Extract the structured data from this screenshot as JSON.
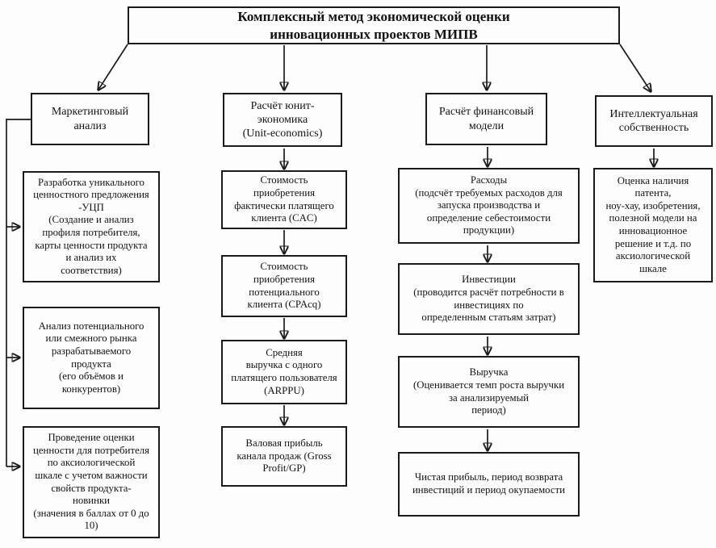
{
  "diagram": {
    "title": "Комплексный метод экономической оценки\nинновационных проектов МИПВ",
    "colors": {
      "line": "#1a1a1a",
      "box_border": "#1a1a1a",
      "background": "#fdfdfd",
      "text": "#131313"
    },
    "columns": [
      {
        "header": "Маркетинговый\nанализ",
        "boxes": [
          "Разработка уникального\nценностного предложения\n-УЦП\n(Создание и анализ\nпрофиля потребителя,\nкарты ценности продукта\nи анализ их\nсоответствия)",
          "Анализ потенциального\nили смежного рынка\nразрабатываемого\nпродукта\n(его объёмов и\nконкурентов)",
          "Проведение оценки\nценности для потребителя\nпо аксиологической\nшкале с учетом важности\nсвойств продукта-\nновинки\n(значения в баллах от 0 до\n10)"
        ]
      },
      {
        "header": "Расчёт юнит-\nэкономика\n(Unit-economics)",
        "boxes": [
          "Стоимость\nприобретения\nфактически платящего\nклиента (CAC)",
          "Стоимость\nприобретения\nпотенциального\nклиента (CPAcq)",
          "Средняя\nвыручка с одного\nплатящего пользователя\n(ARPPU)",
          "Валовая прибыль\nканала продаж (Gross\nProfit/GP)"
        ]
      },
      {
        "header": "Расчёт финансовый\nмодели",
        "boxes": [
          "Расходы\n(подсчёт требуемых расходов для\nзапуска производства и\nопределение себестоимости\nпродукции)",
          "Инвестиции\n(проводится расчёт потребности в\nинвестициях по\nопределенным статьям затрат)",
          "Выручка\n(Оценивается темп роста выручки\nза анализируемый\nпериод)",
          "Чистая прибыль, период возврата\nинвестиций и период окупаемости"
        ]
      },
      {
        "header": "Интеллектуальная\nсобственность",
        "boxes": [
          "Оценка наличия\nпатента,\nноу-хау, изобретения,\nполезной модели на\nинновационное\nрешение и т.д. по\nаксиологической\nшкале"
        ]
      }
    ]
  }
}
